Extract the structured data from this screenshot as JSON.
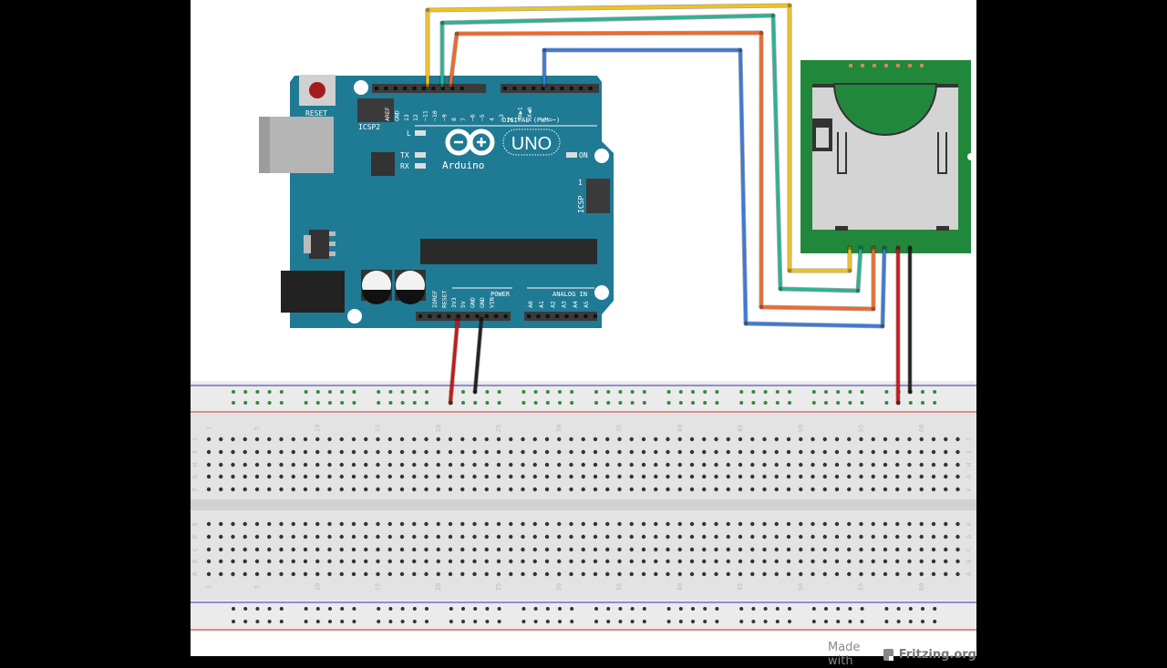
{
  "diagram": {
    "title": "Arduino UNO SD card module wiring on breadboard",
    "colors": {
      "background": "#ffffff",
      "letterbox": "#000000",
      "arduino_board": "#1f7a94",
      "sd_module_pcb": "#21883b",
      "sd_slot": "#d4d4d4",
      "breadboard": "#e6e6e6",
      "rail_blue": "#6b6bd6",
      "rail_red": "#d96b6b",
      "rail_hole": "#2e8a3a"
    },
    "arduino": {
      "reset_label": "RESET",
      "icsp2_label": "ICSP2",
      "icsp_label": "ICSP",
      "icsp_pin1": "1",
      "digital_label": "DIGITAL (PWM=~)",
      "digital_pins": [
        "AREF",
        "GND",
        "13",
        "12",
        "~11",
        "~10",
        "~9",
        "8",
        "7",
        "~6",
        "~5",
        "4",
        "~3",
        "2",
        "TX▶1",
        "RX◀0"
      ],
      "led_l": "L",
      "led_tx": "TX",
      "led_rx": "RX",
      "led_on": "ON",
      "logo_text": "Arduino",
      "logo_tm": "TM",
      "model": "UNO",
      "power_label": "POWER",
      "power_pins": [
        "IOREF",
        "RESET",
        "3V3",
        "5V",
        "GND",
        "GND",
        "VIN"
      ],
      "analog_label": "ANALOG IN",
      "analog_pins": [
        "A0",
        "A1",
        "A2",
        "A3",
        "A4",
        "A5"
      ]
    },
    "wires": [
      {
        "name": "wire-yellow",
        "color": "#f2c21b",
        "from": "Arduino pin 13",
        "to": "SD module pin 1"
      },
      {
        "name": "wire-teal",
        "color": "#2bb393",
        "from": "Arduino pin 12",
        "to": "SD module pin 2"
      },
      {
        "name": "wire-orange",
        "color": "#ef6a2a",
        "from": "Arduino pin ~11",
        "to": "SD module pin 3"
      },
      {
        "name": "wire-blue",
        "color": "#3b7ad6",
        "from": "Arduino pin 4",
        "to": "SD module pin 4"
      },
      {
        "name": "wire-red",
        "color": "#c71818",
        "from": "SD module pin 5",
        "to": "breadboard + rail"
      },
      {
        "name": "wire-black",
        "color": "#222222",
        "from": "SD module pin 6",
        "to": "breadboard - rail"
      },
      {
        "name": "wire-red-power",
        "color": "#c71818",
        "from": "Arduino 3V3",
        "to": "breadboard + rail"
      },
      {
        "name": "wire-black-gnd",
        "color": "#222222",
        "from": "Arduino GND",
        "to": "breadboard - rail"
      }
    ],
    "breadboard": {
      "column_numbers": [
        "1",
        "5",
        "10",
        "15",
        "20",
        "25",
        "30",
        "35",
        "40",
        "45",
        "50",
        "55",
        "60"
      ],
      "top_rows": [
        "J",
        "I",
        "H",
        "G",
        "F"
      ],
      "bottom_rows": [
        "E",
        "D",
        "C",
        "B",
        "A"
      ],
      "columns": 63
    }
  },
  "footer": {
    "made_with": "Made with",
    "brand": "Fritzing.org",
    "icon": "fritzing-logo-icon"
  }
}
